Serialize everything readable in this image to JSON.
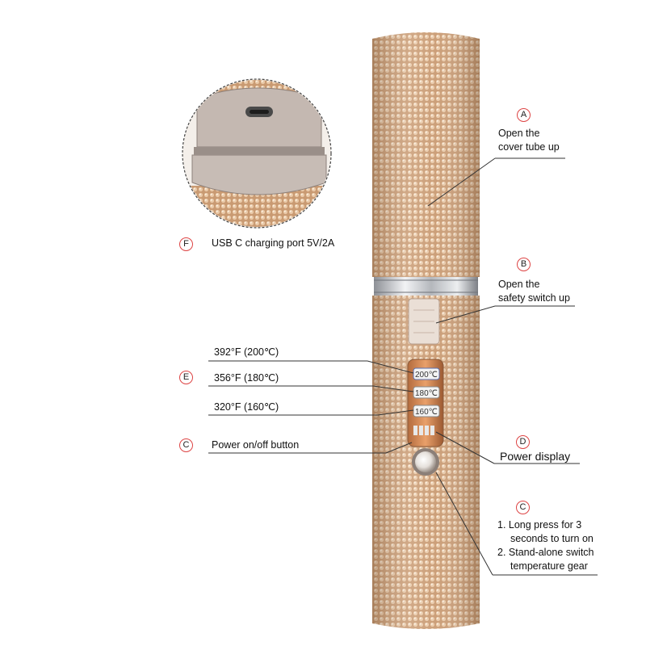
{
  "colors": {
    "crystal_base": "#d7ab86",
    "crystal_highlight": "#f6e3cc",
    "crystal_shadow": "#a97e5b",
    "chrome": "#c9cbcf",
    "line": "#333333",
    "marker_ring": "#dd4444",
    "port_panel": "#b9ada6"
  },
  "markers": {
    "a": "A",
    "b": "B",
    "c_button": "C",
    "c_right": "C",
    "d": "D",
    "e": "E",
    "f": "F"
  },
  "callouts": {
    "a": {
      "line1": "Open the",
      "line2": "cover tube up"
    },
    "b": {
      "line1": "Open the",
      "line2": "safety switch up"
    },
    "c_button": {
      "text": "Power on/off button"
    },
    "d": {
      "text": "Power display"
    },
    "c_right": {
      "line1": "1. Long press for 3",
      "line2": "seconds to turn on",
      "line3": "2. Stand-alone switch",
      "line4": "temperature gear"
    },
    "e": {
      "t200": "392°F  (200℃)",
      "t180": "356°F  (180℃)",
      "t160": "320°F  (160℃)"
    },
    "f": {
      "text": "USB C charging port 5V/2A"
    }
  },
  "display_digits": {
    "d200": "200℃",
    "d180": "180℃",
    "d160": "160℃"
  }
}
